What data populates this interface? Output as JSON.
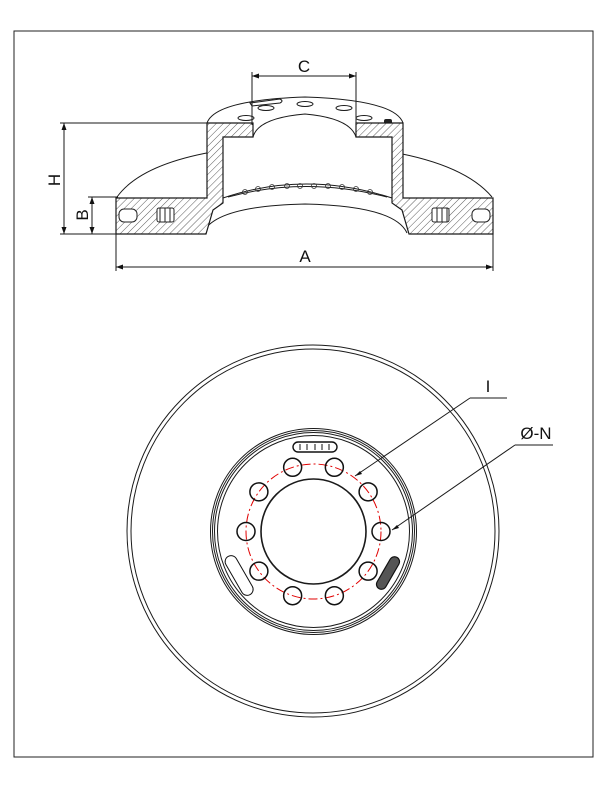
{
  "drawing": {
    "dimensions": {
      "outer_diameter": "A",
      "total_height": "H",
      "disc_thickness": "B",
      "center_bore": "C"
    },
    "callouts": {
      "bolt_circle": "I",
      "bolt_holes": "Ø-N"
    },
    "bolt_hole_count": 10,
    "colors": {
      "line": "#1a1a1a",
      "bolt_circle": "#e00000"
    }
  }
}
